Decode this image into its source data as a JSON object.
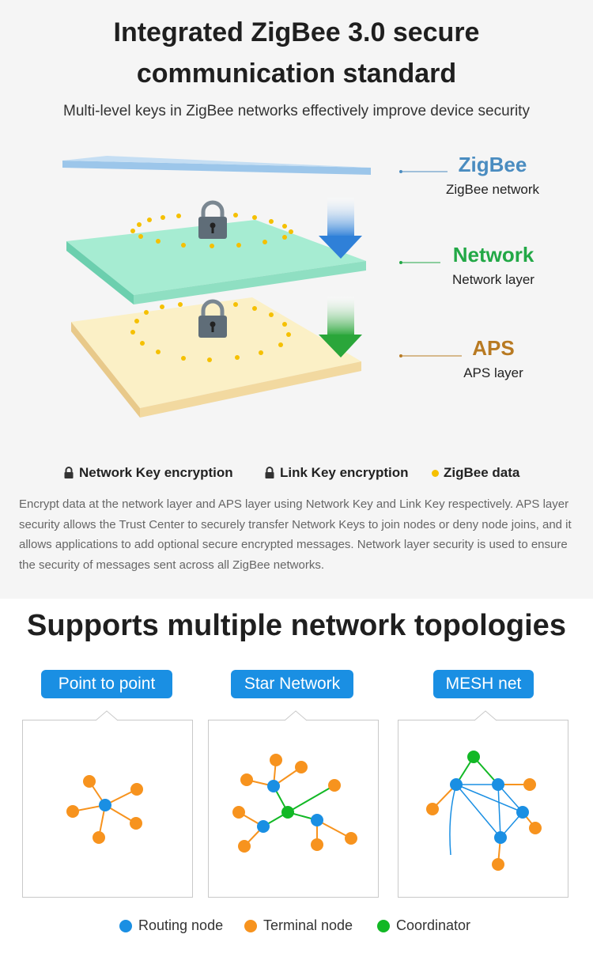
{
  "section1": {
    "title_line1": "Integrated ZigBee 3.0 secure",
    "title_line2": "communication standard",
    "subtitle": "Multi-level keys in ZigBee networks effectively improve device security",
    "layers": [
      {
        "name": "ZigBee",
        "desc": "ZigBee network",
        "color": "#4a8cc0"
      },
      {
        "name": "Network",
        "desc": "Network layer",
        "color": "#22a846"
      },
      {
        "name": "APS",
        "desc": "APS layer",
        "color": "#b87a22"
      }
    ],
    "legend": {
      "network_key": "Network Key encryption",
      "link_key": "Link Key encryption",
      "zigbee_data": "ZigBee data"
    },
    "paragraph": "Encrypt data at the network layer and APS layer using Network Key and Link Key respectively. APS layer security allows the Trust Center to securely transfer Network Keys to join nodes or deny node joins, and it allows applications to add optional secure encrypted messages. Network layer security is used to ensure the security of messages sent across all ZigBee networks."
  },
  "section2": {
    "title": "Supports multiple network topologies",
    "tabs": [
      {
        "label": "Point to point"
      },
      {
        "label": "Star Network"
      },
      {
        "label": "MESH net"
      }
    ],
    "legend": [
      {
        "label": "Routing node",
        "color": "#1a8fe3"
      },
      {
        "label": "Terminal node",
        "color": "#f7931e"
      },
      {
        "label": "Coordinator",
        "color": "#12b825"
      }
    ]
  },
  "colors": {
    "routing": "#1a8fe3",
    "terminal": "#f7931e",
    "coordinator": "#12b825",
    "accent": "#1a8fe3"
  }
}
